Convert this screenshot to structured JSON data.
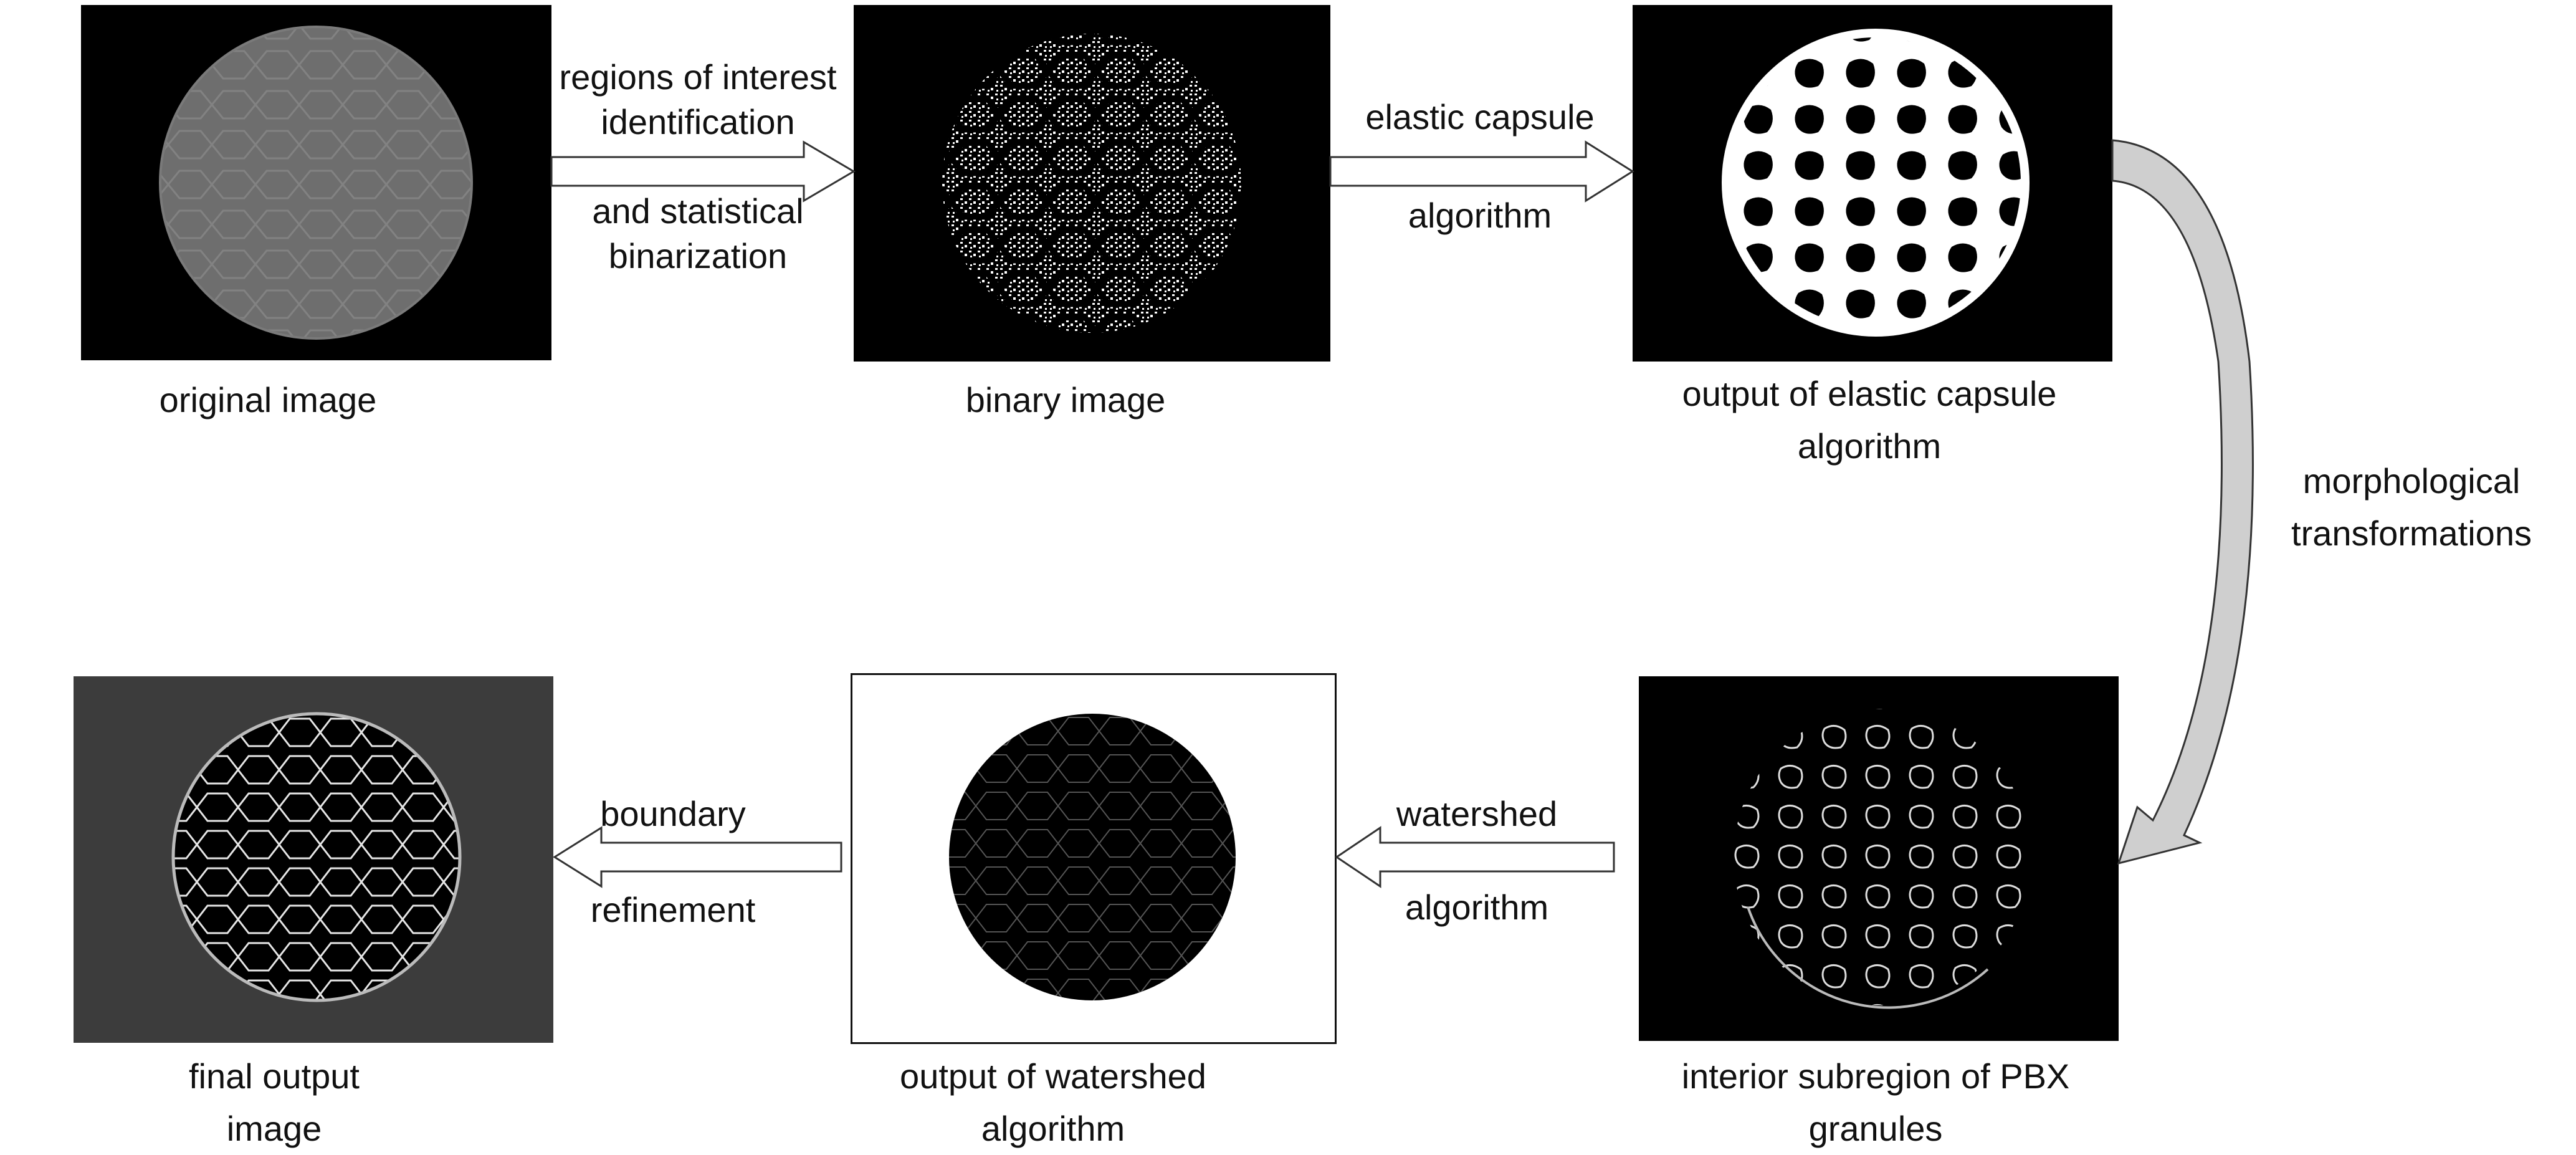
{
  "panels": {
    "original": {
      "caption": "original image"
    },
    "binary": {
      "caption": "binary image"
    },
    "elastic": {
      "caption_line1": "output of elastic capsule",
      "caption_line2": "algorithm"
    },
    "interior": {
      "caption_line1": "interior subregion of PBX",
      "caption_line2": "granules"
    },
    "watershed": {
      "caption_line1": "output of watershed",
      "caption_line2": "algorithm"
    },
    "final": {
      "caption_line1": "final output",
      "caption_line2": "image"
    }
  },
  "steps": {
    "roi": {
      "line1": "regions of interest",
      "line2": "identification",
      "line3": "and statistical",
      "line4": "binarization"
    },
    "elastic": {
      "line1": "elastic capsule",
      "line2": "algorithm"
    },
    "morph": {
      "line1": "morphological",
      "line2": "transformations"
    },
    "watershed": {
      "line1": "watershed",
      "line2": "algorithm"
    },
    "boundary": {
      "line1": "boundary",
      "line2": "refinement"
    }
  },
  "colors": {
    "panel_black": "#000000",
    "final_gray": "#3c3c3c",
    "disc_gray": "#6e6e6e",
    "arrow_fill": "#ffffff",
    "curve_fill": "#cfcfcf"
  }
}
